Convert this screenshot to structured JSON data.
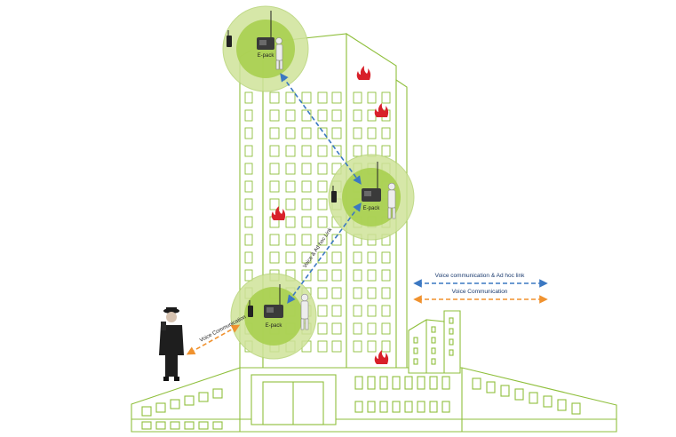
{
  "nodes": [
    {
      "id": "top",
      "label": "E-pack"
    },
    {
      "id": "mid",
      "label": "E-pack"
    },
    {
      "id": "low",
      "label": "E-pack"
    }
  ],
  "links": {
    "adhoc_label": "Voice & Ad hoc Link",
    "voice_label": "Voice Communication"
  },
  "legend": {
    "blue_label": "Voice communication & Ad hoc link",
    "orange_label": "Voice Communication"
  },
  "colors": {
    "building_line": "#8fbf3c",
    "circle_outer": "#cfe39a",
    "circle_inner": "#a9cf4f",
    "adhoc_link": "#3b78c2",
    "voice_link": "#f0922f",
    "fire": "#d8202a"
  },
  "icons": [
    "fire-icon",
    "radio-icon",
    "epack-icon",
    "firefighter-icon",
    "officer-icon"
  ]
}
